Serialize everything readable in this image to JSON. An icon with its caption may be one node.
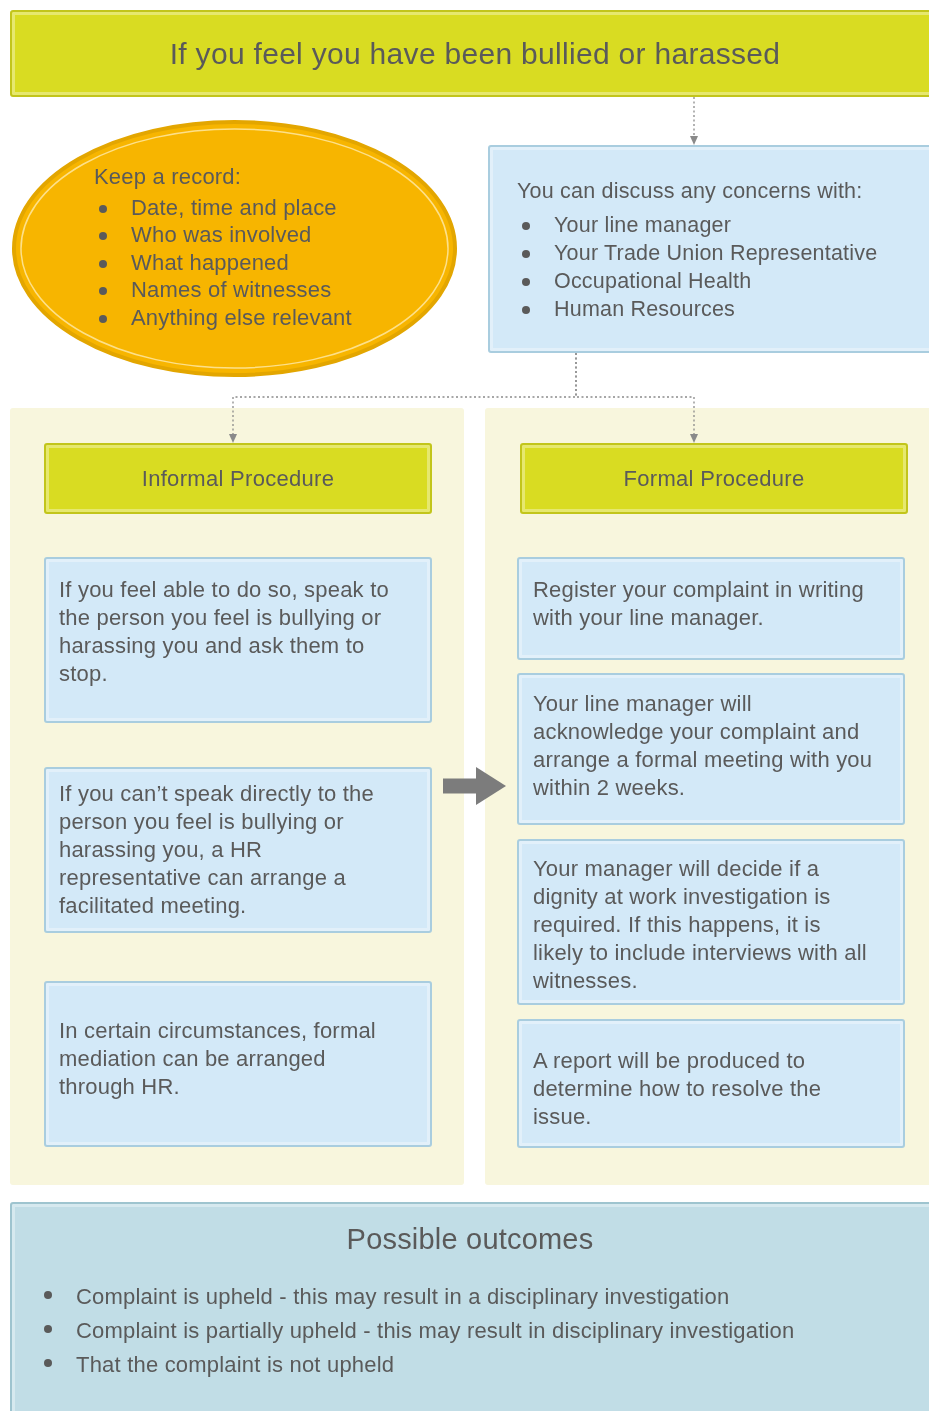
{
  "diagram": {
    "nodes": [
      {
        "text": [
          "If you feel you have been bullied or harassed"
        ]
      },
      {
        "text": [
          "Keep a record:",
          "Date, time and place",
          "Who was involved",
          "What happened",
          "Names of witnesses",
          "Anything else relevant"
        ]
      },
      {
        "text": [
          "You can discuss any concerns with:",
          "Your line manager",
          "Your Trade Union Representative",
          "Occupational Health",
          "Human Resources"
        ]
      },
      {
        "text": [],
        "shape": "box"
      },
      {
        "text": [
          "Informal Procedure"
        ],
        "in": 3
      },
      {
        "text": [
          "If you feel able to do so, speak to the person you feel is bullying or harassing you and ask them to stop."
        ],
        "in": 3
      },
      {
        "text": [
          "If you can’t speak directly to the person you feel is bullying or harassing you, a HR representative can arrange a facilitated meeting."
        ],
        "in": 3
      },
      {
        "text": [
          "In certain circumstances, formal mediation can be arranged through HR."
        ],
        "in": 3
      },
      {
        "text": [],
        "shape": "box"
      },
      {
        "text": [
          "Formal Procedure"
        ],
        "in": 8
      },
      {
        "text": [
          "Register your complaint in writing with your line manager."
        ],
        "in": 8
      },
      {
        "text": [
          "Your line manager will acknowledge your complaint and arrange a formal meeting with you within 2 weeks."
        ],
        "in": 8
      },
      {
        "text": [
          "Your manager will decide if a dignity at work investigation is required. If this happens, it is likely to include interviews with all witnesses."
        ],
        "in": 8
      },
      {
        "text": [
          "A report will be produced to determine how to resolve the issue."
        ],
        "in": 8
      },
      {
        "text": [
          "Possible outcomes",
          "Complaint is upheld - this may result in a disciplinary investigation",
          "Complaint is partially upheld - this may result in disciplinary investigation",
          "That the complaint is not upheld"
        ]
      }
    ],
    "edges": [
      {
        "from": 0,
        "to": 2,
        "arrow": "to",
        "style": "dashed"
      },
      {
        "from": 2,
        "to": 4,
        "arrow": "to",
        "style": "dashed"
      },
      {
        "from": 2,
        "to": 9,
        "arrow": "to",
        "style": "dashed"
      },
      {
        "from": 6,
        "to": 11,
        "arrow": "to",
        "style": "thick"
      }
    ]
  }
}
